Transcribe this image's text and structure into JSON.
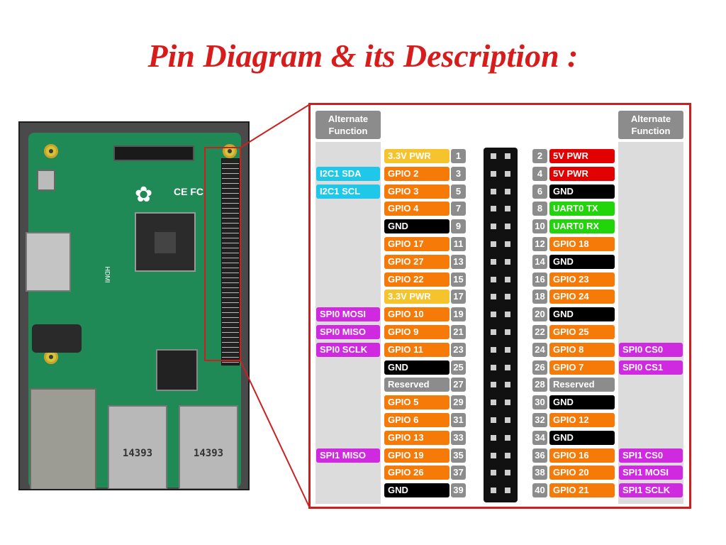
{
  "title": "Pin Diagram & its Description :",
  "board": {
    "usb_left_label": "14393",
    "usb_right_label": "14393",
    "hdmi_label": "HDMI",
    "ce_label": "CE FC"
  },
  "headers": {
    "left": "Alternate Function",
    "right": "Alternate Function"
  },
  "colors": {
    "power33": "#f5c42c",
    "power5": "#e30000",
    "gpio": "#f57a08",
    "ground": "#000000",
    "uart": "#22d40a",
    "reserved": "#8c8c8c",
    "alt_i2c": "#1fc8e8",
    "alt_spi": "#cf2ae0",
    "frame": "#cc2020"
  },
  "rows": [
    {
      "l_alt": "",
      "l_label": "3.3V PWR",
      "l_type": "power33",
      "l_num": "1",
      "r_num": "2",
      "r_label": "5V PWR",
      "r_type": "power5",
      "r_alt": ""
    },
    {
      "l_alt": "I2C1 SDA",
      "l_alt_type": "alt_i2c",
      "l_label": "GPIO 2",
      "l_type": "gpio",
      "l_num": "3",
      "r_num": "4",
      "r_label": "5V PWR",
      "r_type": "power5",
      "r_alt": ""
    },
    {
      "l_alt": "I2C1 SCL",
      "l_alt_type": "alt_i2c",
      "l_label": "GPIO 3",
      "l_type": "gpio",
      "l_num": "5",
      "r_num": "6",
      "r_label": "GND",
      "r_type": "ground",
      "r_alt": ""
    },
    {
      "l_alt": "",
      "l_label": "GPIO 4",
      "l_type": "gpio",
      "l_num": "7",
      "r_num": "8",
      "r_label": "UART0 TX",
      "r_type": "uart",
      "r_alt": ""
    },
    {
      "l_alt": "",
      "l_label": "GND",
      "l_type": "ground",
      "l_num": "9",
      "r_num": "10",
      "r_label": "UART0 RX",
      "r_type": "uart",
      "r_alt": ""
    },
    {
      "l_alt": "",
      "l_label": "GPIO 17",
      "l_type": "gpio",
      "l_num": "11",
      "r_num": "12",
      "r_label": "GPIO 18",
      "r_type": "gpio",
      "r_alt": ""
    },
    {
      "l_alt": "",
      "l_label": "GPIO 27",
      "l_type": "gpio",
      "l_num": "13",
      "r_num": "14",
      "r_label": "GND",
      "r_type": "ground",
      "r_alt": ""
    },
    {
      "l_alt": "",
      "l_label": "GPIO 22",
      "l_type": "gpio",
      "l_num": "15",
      "r_num": "16",
      "r_label": "GPIO 23",
      "r_type": "gpio",
      "r_alt": ""
    },
    {
      "l_alt": "",
      "l_label": "3.3V PWR",
      "l_type": "power33",
      "l_num": "17",
      "r_num": "18",
      "r_label": "GPIO 24",
      "r_type": "gpio",
      "r_alt": ""
    },
    {
      "l_alt": "SPI0 MOSI",
      "l_alt_type": "alt_spi",
      "l_label": "GPIO 10",
      "l_type": "gpio",
      "l_num": "19",
      "r_num": "20",
      "r_label": "GND",
      "r_type": "ground",
      "r_alt": ""
    },
    {
      "l_alt": "SPI0 MISO",
      "l_alt_type": "alt_spi",
      "l_label": "GPIO 9",
      "l_type": "gpio",
      "l_num": "21",
      "r_num": "22",
      "r_label": "GPIO 25",
      "r_type": "gpio",
      "r_alt": ""
    },
    {
      "l_alt": "SPI0 SCLK",
      "l_alt_type": "alt_spi",
      "l_label": "GPIO 11",
      "l_type": "gpio",
      "l_num": "23",
      "r_num": "24",
      "r_label": "GPIO 8",
      "r_type": "gpio",
      "r_alt": "SPI0 CS0",
      "r_alt_type": "alt_spi"
    },
    {
      "l_alt": "",
      "l_label": "GND",
      "l_type": "ground",
      "l_num": "25",
      "r_num": "26",
      "r_label": "GPIO 7",
      "r_type": "gpio",
      "r_alt": "SPI0 CS1",
      "r_alt_type": "alt_spi"
    },
    {
      "l_alt": "",
      "l_label": "Reserved",
      "l_type": "reserved",
      "l_num": "27",
      "r_num": "28",
      "r_label": "Reserved",
      "r_type": "reserved",
      "r_alt": ""
    },
    {
      "l_alt": "",
      "l_label": "GPIO 5",
      "l_type": "gpio",
      "l_num": "29",
      "r_num": "30",
      "r_label": "GND",
      "r_type": "ground",
      "r_alt": ""
    },
    {
      "l_alt": "",
      "l_label": "GPIO 6",
      "l_type": "gpio",
      "l_num": "31",
      "r_num": "32",
      "r_label": "GPIO 12",
      "r_type": "gpio",
      "r_alt": ""
    },
    {
      "l_alt": "",
      "l_label": "GPIO 13",
      "l_type": "gpio",
      "l_num": "33",
      "r_num": "34",
      "r_label": "GND",
      "r_type": "ground",
      "r_alt": ""
    },
    {
      "l_alt": "SPI1 MISO",
      "l_alt_type": "alt_spi",
      "l_label": "GPIO 19",
      "l_type": "gpio",
      "l_num": "35",
      "r_num": "36",
      "r_label": "GPIO 16",
      "r_type": "gpio",
      "r_alt": "SPI1 CS0",
      "r_alt_type": "alt_spi"
    },
    {
      "l_alt": "",
      "l_label": "GPIO 26",
      "l_type": "gpio",
      "l_num": "37",
      "r_num": "38",
      "r_label": "GPIO 20",
      "r_type": "gpio",
      "r_alt": "SPI1 MOSI",
      "r_alt_type": "alt_spi"
    },
    {
      "l_alt": "",
      "l_label": "GND",
      "l_type": "ground",
      "l_num": "39",
      "r_num": "40",
      "r_label": "GPIO 21",
      "r_type": "gpio",
      "r_alt": "SPI1 SCLK",
      "r_alt_type": "alt_spi"
    }
  ]
}
